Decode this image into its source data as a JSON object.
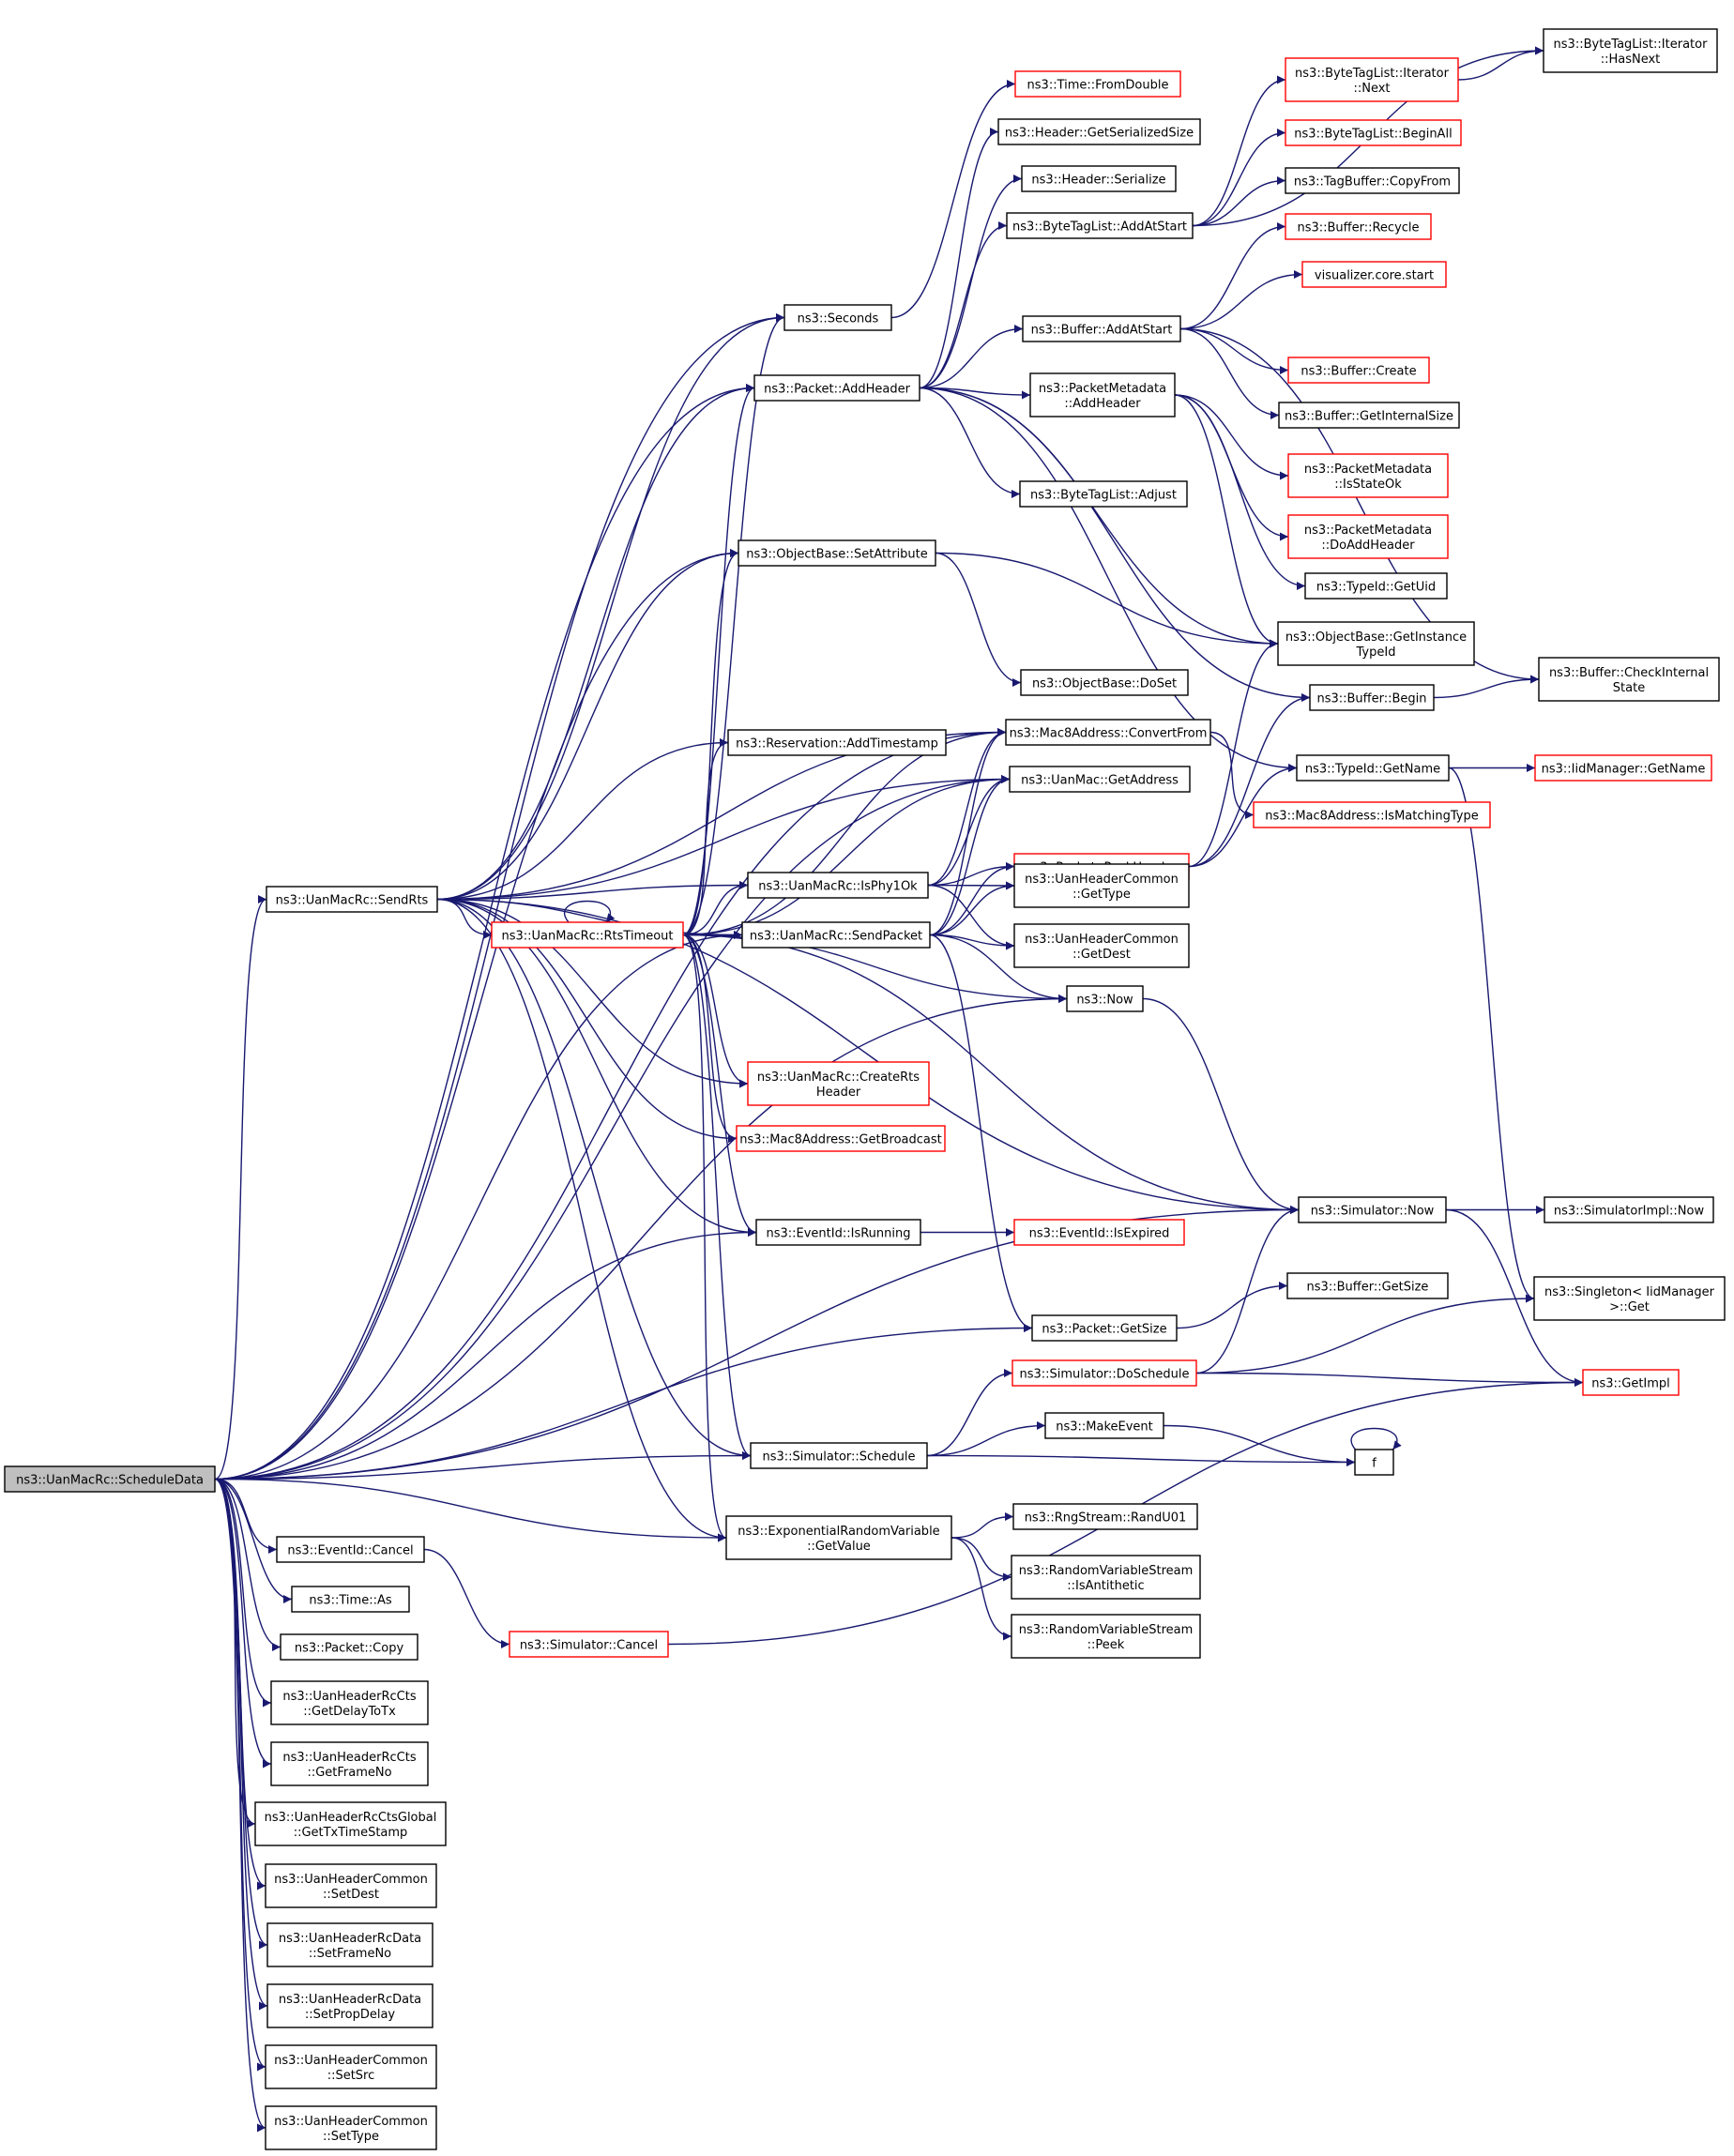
{
  "colors": {
    "edge": "#191970",
    "normal_border": "#000000",
    "external_border": "#ff0000",
    "root_fill": "#bfbfbf"
  },
  "nodes": [
    {
      "id": "root",
      "lines": [
        "ns3::UanMacRc::ScheduleData"
      ],
      "style": "root"
    },
    {
      "id": "sendRts",
      "lines": [
        "ns3::UanMacRc::SendRts"
      ],
      "style": "normal"
    },
    {
      "id": "rtsTimeout",
      "lines": [
        "ns3::UanMacRc::RtsTimeout"
      ],
      "style": "red"
    },
    {
      "id": "isPhy1Ok",
      "lines": [
        "ns3::UanMacRc::IsPhy1Ok"
      ],
      "style": "normal"
    },
    {
      "id": "sendPacket",
      "lines": [
        "ns3::UanMacRc::SendPacket"
      ],
      "style": "normal"
    },
    {
      "id": "createRts",
      "lines": [
        "ns3::UanMacRc::CreateRts",
        "Header"
      ],
      "style": "red"
    },
    {
      "id": "mac8Broadcast",
      "lines": [
        "ns3::Mac8Address::GetBroadcast"
      ],
      "style": "red"
    },
    {
      "id": "eventIsRunning",
      "lines": [
        "ns3::EventId::IsRunning"
      ],
      "style": "normal"
    },
    {
      "id": "eventIsExpired",
      "lines": [
        "ns3::EventId::IsExpired"
      ],
      "style": "red"
    },
    {
      "id": "seconds",
      "lines": [
        "ns3::Seconds"
      ],
      "style": "normal"
    },
    {
      "id": "timeFromDouble",
      "lines": [
        "ns3::Time::FromDouble"
      ],
      "style": "red"
    },
    {
      "id": "packetAddHeader",
      "lines": [
        "ns3::Packet::AddHeader"
      ],
      "style": "normal"
    },
    {
      "id": "headerSerSize",
      "lines": [
        "ns3::Header::GetSerializedSize"
      ],
      "style": "normal"
    },
    {
      "id": "headerSerialize",
      "lines": [
        "ns3::Header::Serialize"
      ],
      "style": "normal"
    },
    {
      "id": "btlAddAtStart",
      "lines": [
        "ns3::ByteTagList::AddAtStart"
      ],
      "style": "normal"
    },
    {
      "id": "btlIterNext",
      "lines": [
        "ns3::ByteTagList::Iterator",
        "::Next"
      ],
      "style": "red"
    },
    {
      "id": "btlIterHasNext",
      "lines": [
        "ns3::ByteTagList::Iterator",
        "::HasNext"
      ],
      "style": "normal"
    },
    {
      "id": "btlBeginAll",
      "lines": [
        "ns3::ByteTagList::BeginAll"
      ],
      "style": "red"
    },
    {
      "id": "tagBufCopyFrom",
      "lines": [
        "ns3::TagBuffer::CopyFrom"
      ],
      "style": "normal"
    },
    {
      "id": "bufRecycle",
      "lines": [
        "ns3::Buffer::Recycle"
      ],
      "style": "red"
    },
    {
      "id": "vizStart",
      "lines": [
        "visualizer.core.start"
      ],
      "style": "red"
    },
    {
      "id": "bufAddAtStart",
      "lines": [
        "ns3::Buffer::AddAtStart"
      ],
      "style": "normal"
    },
    {
      "id": "bufCreate",
      "lines": [
        "ns3::Buffer::Create"
      ],
      "style": "red"
    },
    {
      "id": "bufGetInternalSize",
      "lines": [
        "ns3::Buffer::GetInternalSize"
      ],
      "style": "normal"
    },
    {
      "id": "pmAddHeader",
      "lines": [
        "ns3::PacketMetadata",
        "::AddHeader"
      ],
      "style": "normal"
    },
    {
      "id": "pmIsStateOk",
      "lines": [
        "ns3::PacketMetadata",
        "::IsStateOk"
      ],
      "style": "red"
    },
    {
      "id": "pmDoAddHeader",
      "lines": [
        "ns3::PacketMetadata",
        "::DoAddHeader"
      ],
      "style": "red"
    },
    {
      "id": "btlAdjust",
      "lines": [
        "ns3::ByteTagList::Adjust"
      ],
      "style": "normal"
    },
    {
      "id": "typeIdGetUid",
      "lines": [
        "ns3::TypeId::GetUid"
      ],
      "style": "normal"
    },
    {
      "id": "objGetInstanceTypeId",
      "lines": [
        "ns3::ObjectBase::GetInstance",
        "TypeId"
      ],
      "style": "normal"
    },
    {
      "id": "bufCheckInternal",
      "lines": [
        "ns3::Buffer::CheckInternal",
        "State"
      ],
      "style": "normal"
    },
    {
      "id": "objSetAttribute",
      "lines": [
        "ns3::ObjectBase::SetAttribute"
      ],
      "style": "normal"
    },
    {
      "id": "objDoSet",
      "lines": [
        "ns3::ObjectBase::DoSet"
      ],
      "style": "normal"
    },
    {
      "id": "bufBegin",
      "lines": [
        "ns3::Buffer::Begin"
      ],
      "style": "normal"
    },
    {
      "id": "resAddTimestamp",
      "lines": [
        "ns3::Reservation::AddTimestamp"
      ],
      "style": "normal"
    },
    {
      "id": "mac8ConvertFrom",
      "lines": [
        "ns3::Mac8Address::ConvertFrom"
      ],
      "style": "normal"
    },
    {
      "id": "typeIdGetName",
      "lines": [
        "ns3::TypeId::GetName"
      ],
      "style": "normal"
    },
    {
      "id": "iidGetName",
      "lines": [
        "ns3::IidManager::GetName"
      ],
      "style": "red"
    },
    {
      "id": "mac8IsMatchingType",
      "lines": [
        "ns3::Mac8Address::IsMatchingType"
      ],
      "style": "red"
    },
    {
      "id": "uanMacGetAddress",
      "lines": [
        "ns3::UanMac::GetAddress"
      ],
      "style": "normal"
    },
    {
      "id": "packetPeekHeader",
      "lines": [
        "ns3::Packet::PeekHeader"
      ],
      "style": "red"
    },
    {
      "id": "uhcGetType",
      "lines": [
        "ns3::UanHeaderCommon",
        "::GetType"
      ],
      "style": "normal"
    },
    {
      "id": "uhcGetDest",
      "lines": [
        "ns3::UanHeaderCommon",
        "::GetDest"
      ],
      "style": "normal"
    },
    {
      "id": "now",
      "lines": [
        "ns3::Now"
      ],
      "style": "normal"
    },
    {
      "id": "simNow",
      "lines": [
        "ns3::Simulator::Now"
      ],
      "style": "normal"
    },
    {
      "id": "simImplNow",
      "lines": [
        "ns3::SimulatorImpl::Now"
      ],
      "style": "normal"
    },
    {
      "id": "singletonGet",
      "lines": [
        "ns3::Singleton< IidManager",
        " >::Get"
      ],
      "style": "normal"
    },
    {
      "id": "bufGetSize",
      "lines": [
        "ns3::Buffer::GetSize"
      ],
      "style": "normal"
    },
    {
      "id": "packetGetSize",
      "lines": [
        "ns3::Packet::GetSize"
      ],
      "style": "normal"
    },
    {
      "id": "simDoSchedule",
      "lines": [
        "ns3::Simulator::DoSchedule"
      ],
      "style": "red"
    },
    {
      "id": "getImpl",
      "lines": [
        "ns3::GetImpl"
      ],
      "style": "red"
    },
    {
      "id": "makeEvent",
      "lines": [
        "ns3::MakeEvent"
      ],
      "style": "normal"
    },
    {
      "id": "simSchedule",
      "lines": [
        "ns3::Simulator::Schedule"
      ],
      "style": "normal"
    },
    {
      "id": "f",
      "lines": [
        "f"
      ],
      "style": "normal"
    },
    {
      "id": "expGetValue",
      "lines": [
        "ns3::ExponentialRandomVariable",
        "::GetValue"
      ],
      "style": "normal"
    },
    {
      "id": "rngRandU01",
      "lines": [
        "ns3::RngStream::RandU01"
      ],
      "style": "normal"
    },
    {
      "id": "rvsIsAntithetic",
      "lines": [
        "ns3::RandomVariableStream",
        "::IsAntithetic"
      ],
      "style": "normal"
    },
    {
      "id": "rvsPeek",
      "lines": [
        "ns3::RandomVariableStream",
        "::Peek"
      ],
      "style": "normal"
    },
    {
      "id": "eventCancel",
      "lines": [
        "ns3::EventId::Cancel"
      ],
      "style": "normal"
    },
    {
      "id": "simCancel",
      "lines": [
        "ns3::Simulator::Cancel"
      ],
      "style": "red"
    },
    {
      "id": "timeAs",
      "lines": [
        "ns3::Time::As"
      ],
      "style": "normal"
    },
    {
      "id": "packetCopy",
      "lines": [
        "ns3::Packet::Copy"
      ],
      "style": "normal"
    },
    {
      "id": "ctsGetDelayToTx",
      "lines": [
        "ns3::UanHeaderRcCts",
        "::GetDelayToTx"
      ],
      "style": "normal"
    },
    {
      "id": "ctsGetFrameNo",
      "lines": [
        "ns3::UanHeaderRcCts",
        "::GetFrameNo"
      ],
      "style": "normal"
    },
    {
      "id": "ctsGlobalGetTxTimeStamp",
      "lines": [
        "ns3::UanHeaderRcCtsGlobal",
        "::GetTxTimeStamp"
      ],
      "style": "normal"
    },
    {
      "id": "uhcSetDest",
      "lines": [
        "ns3::UanHeaderCommon",
        "::SetDest"
      ],
      "style": "normal"
    },
    {
      "id": "dataSetFrameNo",
      "lines": [
        "ns3::UanHeaderRcData",
        "::SetFrameNo"
      ],
      "style": "normal"
    },
    {
      "id": "dataSetPropDelay",
      "lines": [
        "ns3::UanHeaderRcData",
        "::SetPropDelay"
      ],
      "style": "normal"
    },
    {
      "id": "uhcSetSrc",
      "lines": [
        "ns3::UanHeaderCommon",
        "::SetSrc"
      ],
      "style": "normal"
    },
    {
      "id": "uhcSetType",
      "lines": [
        "ns3::UanHeaderCommon",
        "::SetType"
      ],
      "style": "normal"
    }
  ],
  "edges": [
    [
      "root",
      "sendRts"
    ],
    [
      "root",
      "seconds"
    ],
    [
      "root",
      "packetAddHeader"
    ],
    [
      "root",
      "objSetAttribute"
    ],
    [
      "root",
      "mac8ConvertFrom"
    ],
    [
      "root",
      "uanMacGetAddress"
    ],
    [
      "root",
      "sendPacket"
    ],
    [
      "root",
      "now"
    ],
    [
      "root",
      "eventIsRunning"
    ],
    [
      "root",
      "simNow"
    ],
    [
      "root",
      "packetGetSize"
    ],
    [
      "root",
      "simSchedule"
    ],
    [
      "root",
      "expGetValue"
    ],
    [
      "root",
      "eventCancel"
    ],
    [
      "root",
      "timeAs"
    ],
    [
      "root",
      "packetCopy"
    ],
    [
      "root",
      "ctsGetDelayToTx"
    ],
    [
      "root",
      "ctsGetFrameNo"
    ],
    [
      "root",
      "ctsGlobalGetTxTimeStamp"
    ],
    [
      "root",
      "uhcSetDest"
    ],
    [
      "root",
      "dataSetFrameNo"
    ],
    [
      "root",
      "dataSetPropDelay"
    ],
    [
      "root",
      "uhcSetSrc"
    ],
    [
      "root",
      "uhcSetType"
    ],
    [
      "sendRts",
      "rtsTimeout"
    ],
    [
      "sendRts",
      "isPhy1Ok"
    ],
    [
      "sendRts",
      "sendPacket"
    ],
    [
      "sendRts",
      "createRts"
    ],
    [
      "sendRts",
      "mac8Broadcast"
    ],
    [
      "sendRts",
      "eventIsRunning"
    ],
    [
      "sendRts",
      "simNow"
    ],
    [
      "sendRts",
      "simSchedule"
    ],
    [
      "sendRts",
      "expGetValue"
    ],
    [
      "sendRts",
      "seconds"
    ],
    [
      "sendRts",
      "packetAddHeader"
    ],
    [
      "sendRts",
      "objSetAttribute"
    ],
    [
      "sendRts",
      "mac8ConvertFrom"
    ],
    [
      "sendRts",
      "resAddTimestamp"
    ],
    [
      "sendRts",
      "uanMacGetAddress"
    ],
    [
      "rtsTimeout",
      "rtsTimeout"
    ],
    [
      "rtsTimeout",
      "isPhy1Ok"
    ],
    [
      "rtsTimeout",
      "sendPacket"
    ],
    [
      "rtsTimeout",
      "now"
    ],
    [
      "rtsTimeout",
      "createRts"
    ],
    [
      "rtsTimeout",
      "mac8Broadcast"
    ],
    [
      "rtsTimeout",
      "eventIsRunning"
    ],
    [
      "rtsTimeout",
      "simNow"
    ],
    [
      "rtsTimeout",
      "simSchedule"
    ],
    [
      "rtsTimeout",
      "expGetValue"
    ],
    [
      "rtsTimeout",
      "seconds"
    ],
    [
      "rtsTimeout",
      "packetAddHeader"
    ],
    [
      "rtsTimeout",
      "objSetAttribute"
    ],
    [
      "rtsTimeout",
      "resAddTimestamp"
    ],
    [
      "rtsTimeout",
      "mac8ConvertFrom"
    ],
    [
      "rtsTimeout",
      "uanMacGetAddress"
    ],
    [
      "isPhy1Ok",
      "uanMacGetAddress"
    ],
    [
      "isPhy1Ok",
      "mac8ConvertFrom"
    ],
    [
      "isPhy1Ok",
      "packetPeekHeader"
    ],
    [
      "isPhy1Ok",
      "uhcGetType"
    ],
    [
      "isPhy1Ok",
      "uhcGetDest"
    ],
    [
      "sendPacket",
      "now"
    ],
    [
      "sendPacket",
      "packetGetSize"
    ],
    [
      "sendPacket",
      "packetPeekHeader"
    ],
    [
      "sendPacket",
      "uhcGetType"
    ],
    [
      "sendPacket",
      "uhcGetDest"
    ],
    [
      "sendPacket",
      "mac8ConvertFrom"
    ],
    [
      "sendPacket",
      "uanMacGetAddress"
    ],
    [
      "eventIsRunning",
      "eventIsExpired"
    ],
    [
      "seconds",
      "timeFromDouble"
    ],
    [
      "packetAddHeader",
      "headerSerSize"
    ],
    [
      "packetAddHeader",
      "headerSerialize"
    ],
    [
      "packetAddHeader",
      "btlAddAtStart"
    ],
    [
      "packetAddHeader",
      "bufAddAtStart"
    ],
    [
      "packetAddHeader",
      "pmAddHeader"
    ],
    [
      "packetAddHeader",
      "btlAdjust"
    ],
    [
      "packetAddHeader",
      "objGetInstanceTypeId"
    ],
    [
      "packetAddHeader",
      "typeIdGetName"
    ],
    [
      "packetAddHeader",
      "bufBegin"
    ],
    [
      "btlAddAtStart",
      "btlIterHasNext"
    ],
    [
      "btlAddAtStart",
      "btlIterNext"
    ],
    [
      "btlAddAtStart",
      "btlBeginAll"
    ],
    [
      "btlAddAtStart",
      "tagBufCopyFrom"
    ],
    [
      "btlIterNext",
      "btlIterHasNext"
    ],
    [
      "bufAddAtStart",
      "bufRecycle"
    ],
    [
      "bufAddAtStart",
      "vizStart"
    ],
    [
      "bufAddAtStart",
      "bufCreate"
    ],
    [
      "bufAddAtStart",
      "bufGetInternalSize"
    ],
    [
      "bufAddAtStart",
      "bufCheckInternal"
    ],
    [
      "pmAddHeader",
      "pmIsStateOk"
    ],
    [
      "pmAddHeader",
      "pmDoAddHeader"
    ],
    [
      "pmAddHeader",
      "typeIdGetUid"
    ],
    [
      "pmAddHeader",
      "objGetInstanceTypeId"
    ],
    [
      "objSetAttribute",
      "objDoSet"
    ],
    [
      "objSetAttribute",
      "objGetInstanceTypeId"
    ],
    [
      "bufBegin",
      "bufCheckInternal"
    ],
    [
      "mac8ConvertFrom",
      "mac8IsMatchingType"
    ],
    [
      "typeIdGetName",
      "iidGetName"
    ],
    [
      "typeIdGetName",
      "singletonGet"
    ],
    [
      "packetPeekHeader",
      "objGetInstanceTypeId"
    ],
    [
      "packetPeekHeader",
      "bufBegin"
    ],
    [
      "packetPeekHeader",
      "typeIdGetName"
    ],
    [
      "now",
      "simNow"
    ],
    [
      "simNow",
      "simImplNow"
    ],
    [
      "simNow",
      "getImpl"
    ],
    [
      "packetGetSize",
      "bufGetSize"
    ],
    [
      "simDoSchedule",
      "simNow"
    ],
    [
      "simDoSchedule",
      "getImpl"
    ],
    [
      "simDoSchedule",
      "singletonGet"
    ],
    [
      "simSchedule",
      "simDoSchedule"
    ],
    [
      "simSchedule",
      "makeEvent"
    ],
    [
      "simSchedule",
      "f"
    ],
    [
      "makeEvent",
      "f"
    ],
    [
      "f",
      "f"
    ],
    [
      "expGetValue",
      "rngRandU01"
    ],
    [
      "expGetValue",
      "rvsIsAntithetic"
    ],
    [
      "expGetValue",
      "rvsPeek"
    ],
    [
      "eventCancel",
      "simCancel"
    ],
    [
      "simCancel",
      "getImpl"
    ]
  ]
}
